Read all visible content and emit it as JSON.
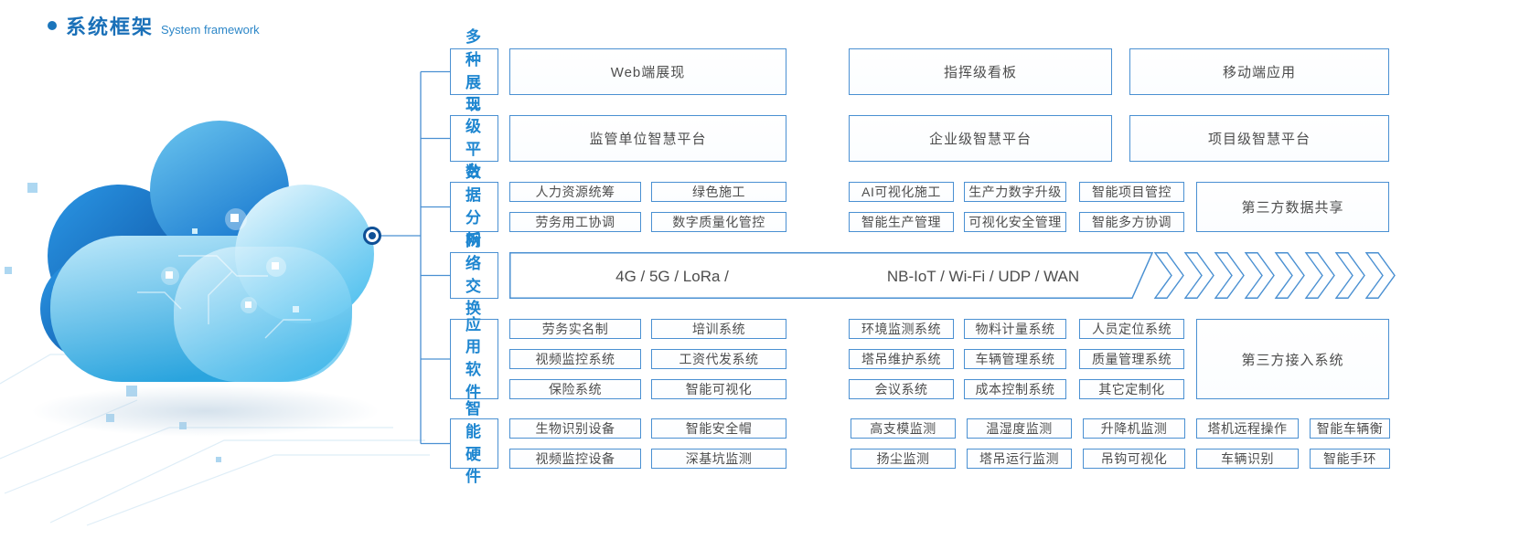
{
  "title": {
    "zh": "系统框架",
    "en": "System framework"
  },
  "colors": {
    "accent": "#1b75bb",
    "box_border": "#4a90d2",
    "box_text": "#4d4d4d",
    "category_text": "#1e86d0"
  },
  "sections": [
    {
      "label": "多种展现",
      "boxes": [
        "Web端展现",
        "指挥级看板",
        "移动端应用"
      ]
    },
    {
      "label": "三级平台",
      "boxes": [
        "监管单位智慧平台",
        "企业级智慧平台",
        "项目级智慧平台"
      ]
    },
    {
      "label": "数据分析",
      "left": [
        [
          "人力资源统筹",
          "绿色施工"
        ],
        [
          "劳务用工协调",
          "数字质量化管控"
        ]
      ],
      "mid": [
        [
          "AI可视化施工",
          "生产力数字升级",
          "智能项目管控"
        ],
        [
          "智能生产管理",
          "可视化安全管理",
          "智能多方协调"
        ]
      ],
      "tall": "第三方数据共享"
    },
    {
      "label": "网络交换",
      "banner_left": "4G / 5G / LoRa /",
      "banner_right": "NB-IoT / Wi-Fi / UDP / WAN"
    },
    {
      "label": "应用软件",
      "left": [
        [
          "劳务实名制",
          "培训系统"
        ],
        [
          "视频监控系统",
          "工资代发系统"
        ],
        [
          "保险系统",
          "智能可视化"
        ]
      ],
      "mid": [
        [
          "环境监测系统",
          "物料计量系统",
          "人员定位系统"
        ],
        [
          "塔吊维护系统",
          "车辆管理系统",
          "质量管理系统"
        ],
        [
          "会议系统",
          "成本控制系统",
          "其它定制化"
        ]
      ],
      "tall": "第三方接入系统"
    },
    {
      "label": "智能硬件",
      "left": [
        [
          "生物识别设备",
          "智能安全帽"
        ],
        [
          "视频监控设备",
          "深基坑监测"
        ]
      ],
      "right": [
        [
          "高支模监测",
          "温湿度监测",
          "升降机监测",
          "塔机远程操作",
          "智能车辆衡"
        ],
        [
          "扬尘监测",
          "塔吊运行监测",
          "吊钩可视化",
          "车辆识别",
          "智能手环"
        ]
      ]
    }
  ]
}
